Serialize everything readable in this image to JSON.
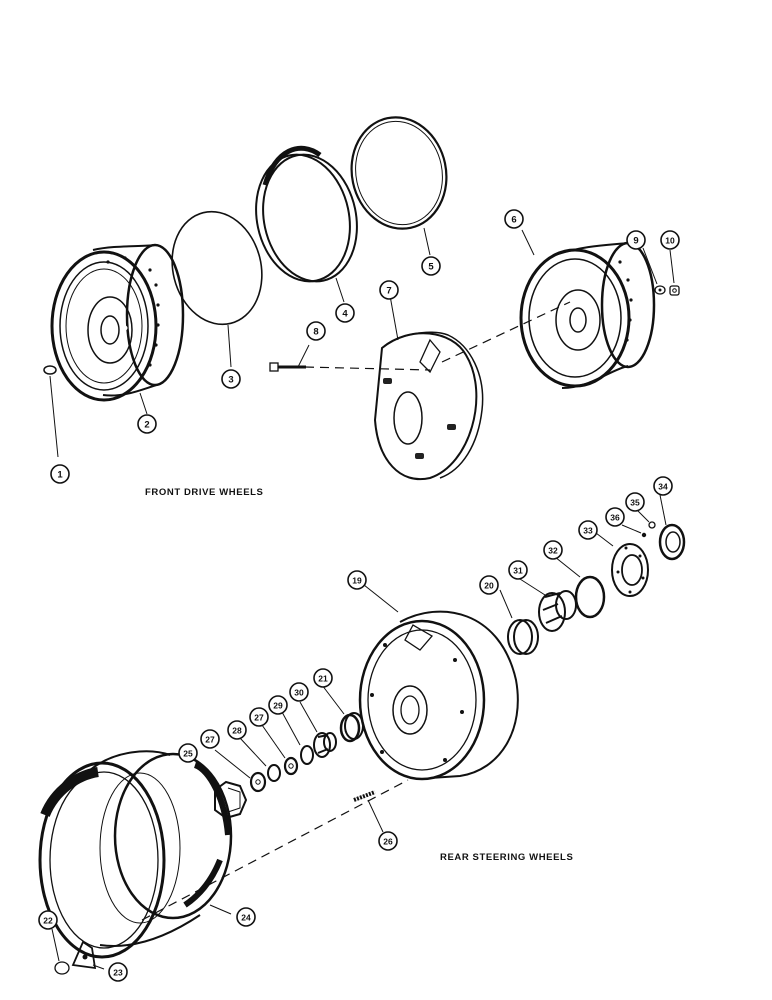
{
  "headings": {
    "front": "FRONT DRIVE WHEELS",
    "rear": "REAR STEERING WHEELS"
  },
  "callouts": [
    "1",
    "2",
    "3",
    "4",
    "5",
    "6",
    "7",
    "8",
    "9",
    "10",
    "19",
    "20",
    "21",
    "22",
    "23",
    "24",
    "25",
    "26",
    "27",
    "27",
    "28",
    "29",
    "30",
    "31",
    "32",
    "33",
    "34",
    "35",
    "36"
  ]
}
